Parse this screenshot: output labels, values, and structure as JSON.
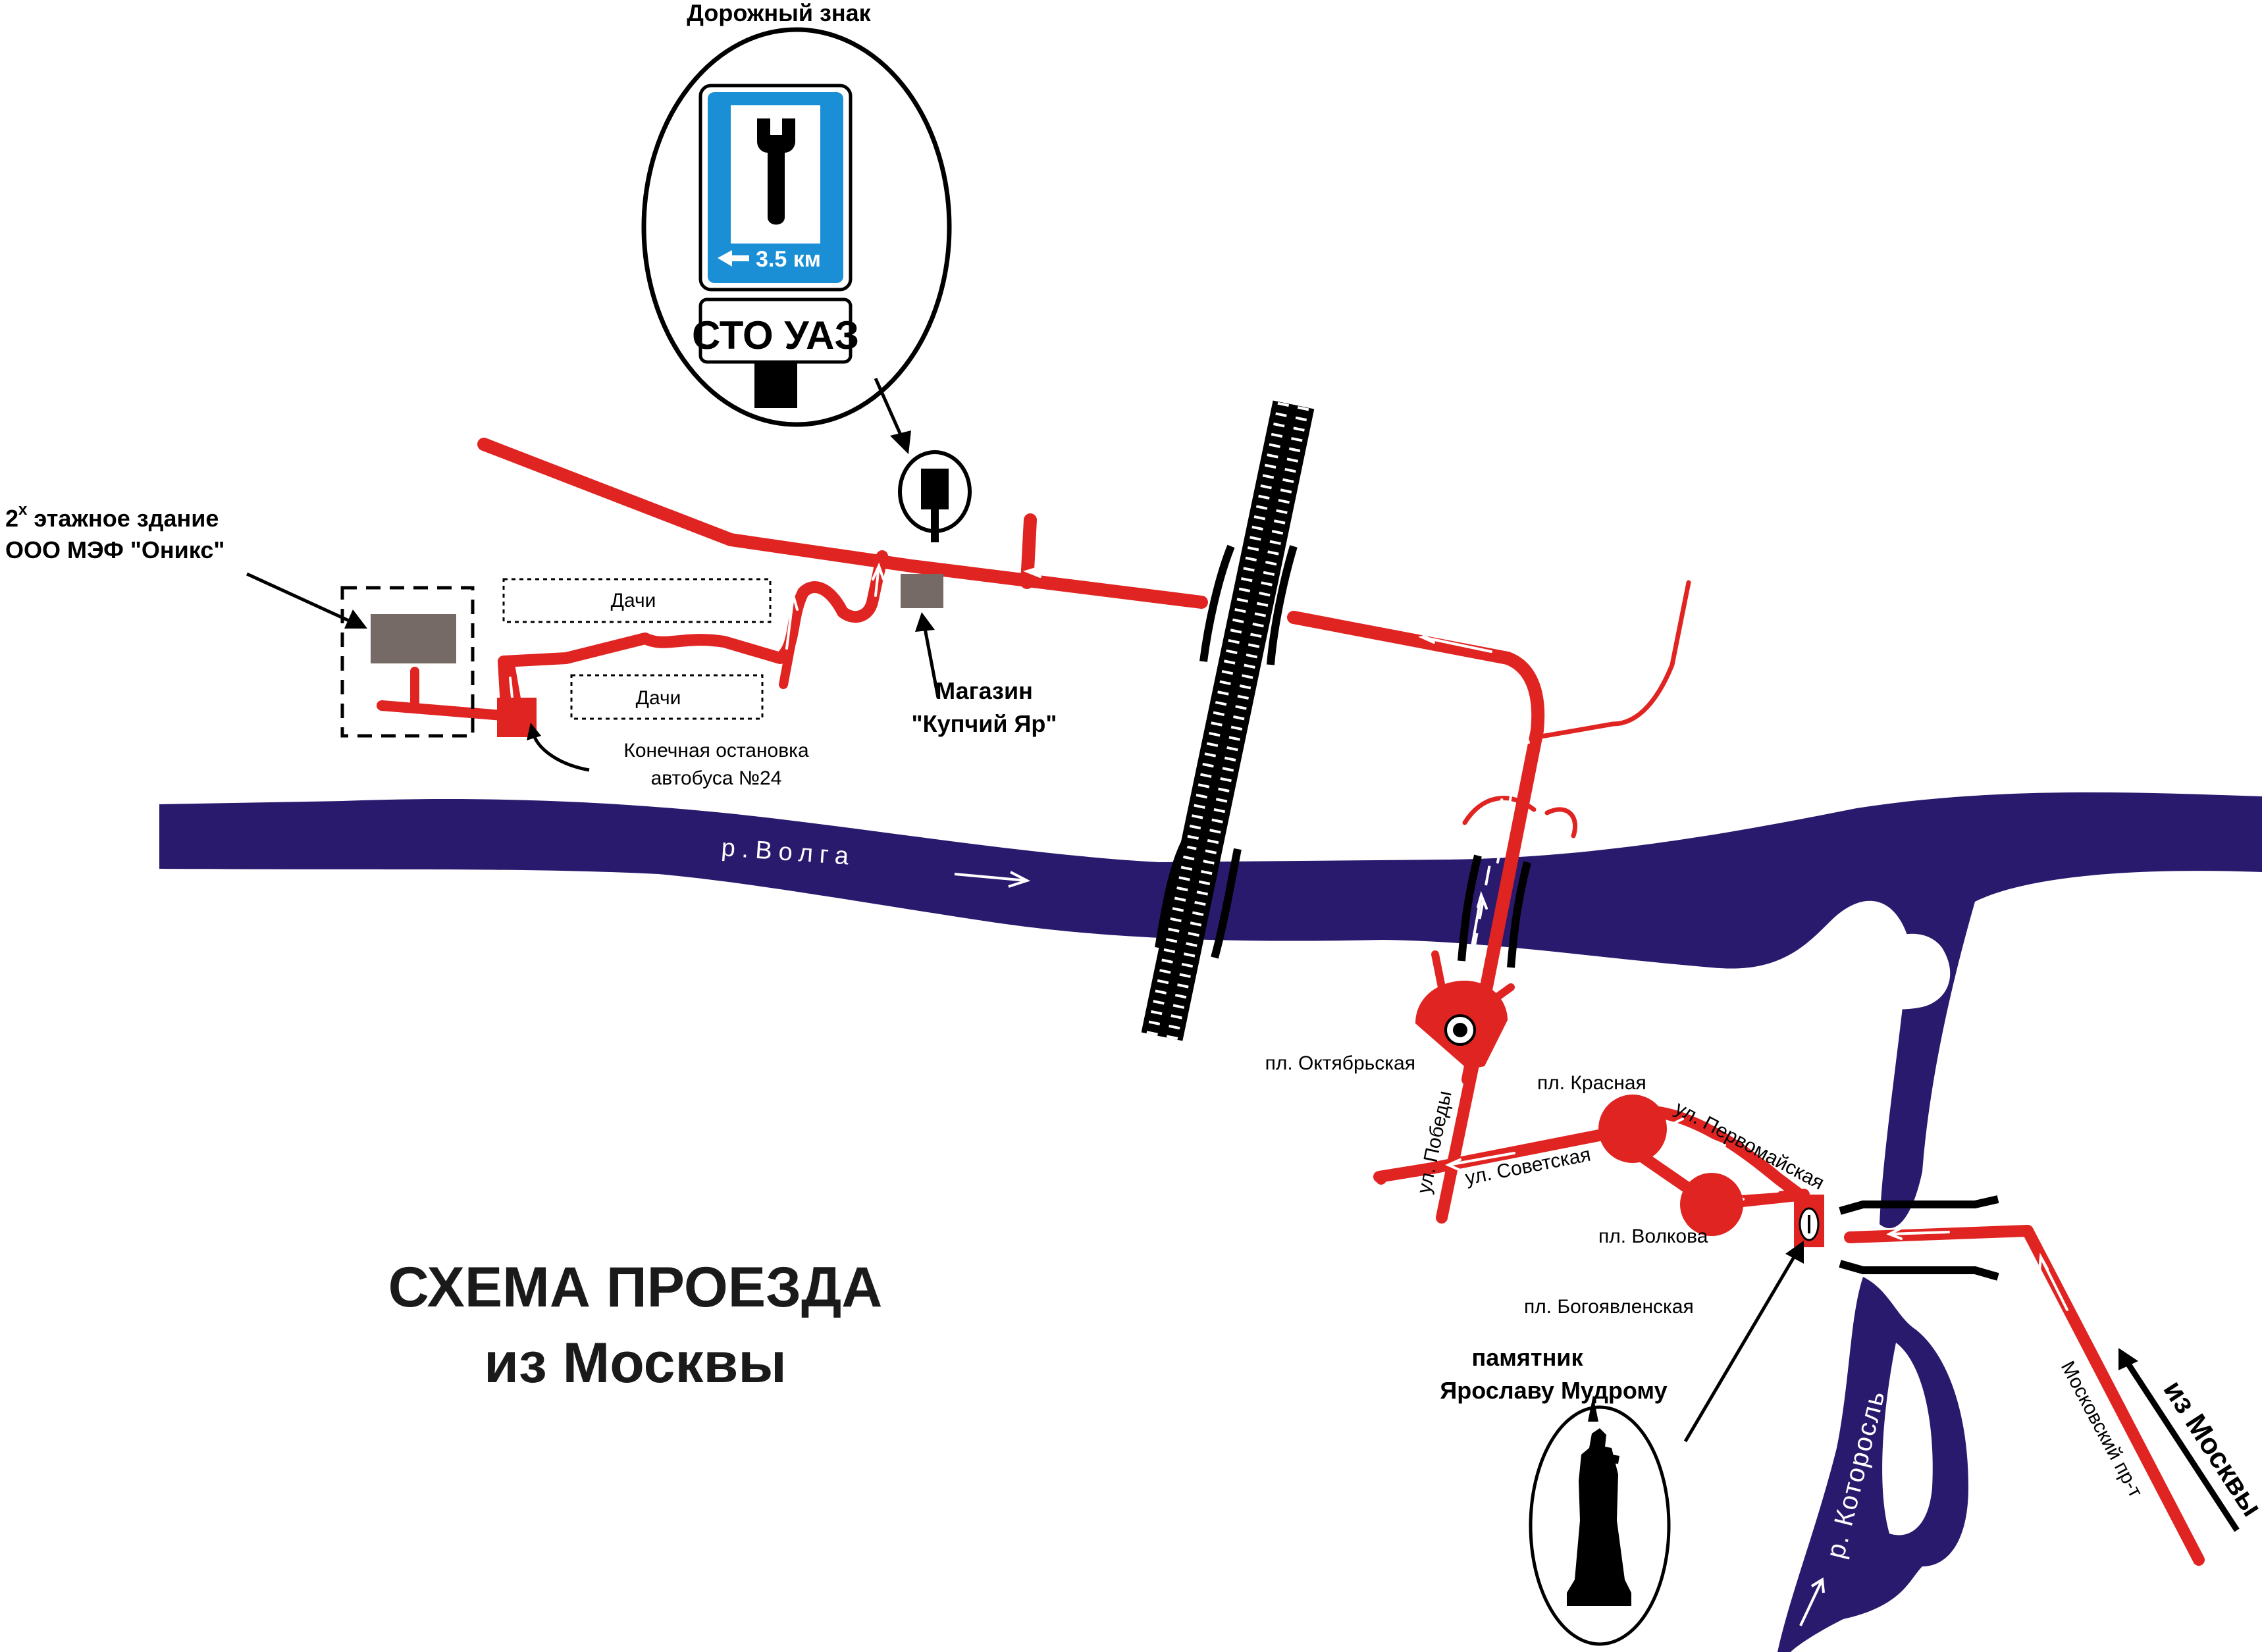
{
  "title": {
    "line1": "СХЕМА ПРОЕЗДА",
    "line2": "из Москвы"
  },
  "road_sign": {
    "caption": "Дорожный знак",
    "distance": "3.5 км",
    "plate": "СТО УАЗ",
    "icon": "wrench-icon"
  },
  "building": {
    "line1_prefix": "2",
    "line1_sup": "х",
    "line1_rest": " этажное здание",
    "line2": "ООО МЭФ \"Оникс\""
  },
  "dachi": [
    "Дачи",
    "Дачи"
  ],
  "bus_stop": {
    "line1": "Конечная остановка",
    "line2": "автобуса №24"
  },
  "shop": {
    "line1": "Магазин",
    "line2": "\"Купчий Яр\""
  },
  "rivers": {
    "volga": "р.Волга",
    "kotorosl": "р. Которосль"
  },
  "squares": {
    "oktyabrskaya": "пл. Октябрьская",
    "krasnaya": "пл. Красная",
    "volkova": "пл. Волкова",
    "bogoyavlenskaya": "пл. Богоявленская"
  },
  "streets": {
    "pobedy": "ул. Победы",
    "sovetskaya": "ул. Советская",
    "pervomayskaya": "ул. Первомайская",
    "moskovsky": "Московский пр-т"
  },
  "monument": {
    "line1": "памятник",
    "line2": "Ярославу Мудрому",
    "icon": "statue-icon"
  },
  "from_moscow": "из Москвы",
  "colors": {
    "road": "#e02422",
    "river": "#2a1a6e",
    "sign_blue": "#1a8fd6",
    "building": "#756a66"
  }
}
